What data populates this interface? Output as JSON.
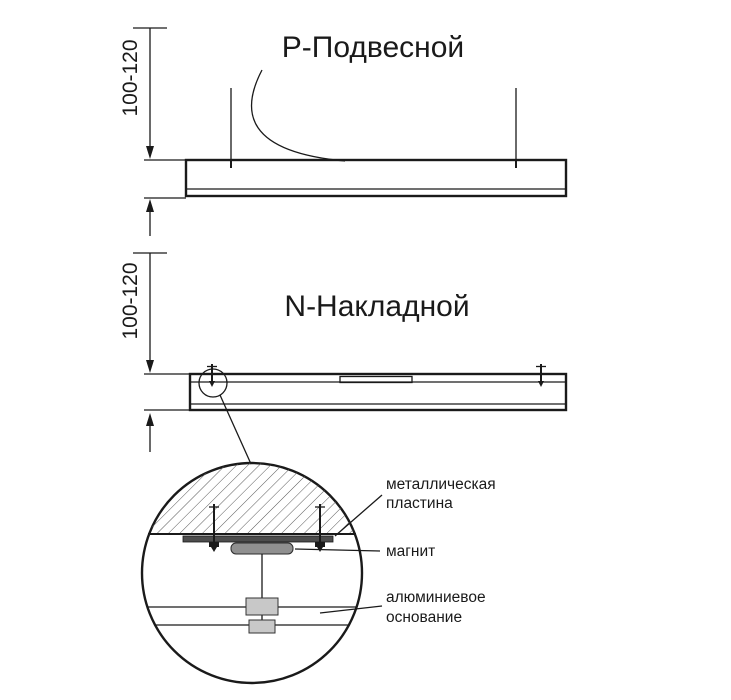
{
  "diagram": {
    "suspended": {
      "title": "Р-Подвесной",
      "dimension": "100-120"
    },
    "surface": {
      "title": "N-Накладной",
      "dimension": "100-120"
    },
    "detail": {
      "metal_plate_line1": "металлическая",
      "metal_plate_line2": "пластина",
      "magnet_label": "магнит",
      "aluminum_base_line1": "алюминиевое",
      "aluminum_base_line2": "основание"
    },
    "colors": {
      "line": "#1a1a1a",
      "plate_fill": "#4d4d4d",
      "magnet_fill": "#909090",
      "base_fill": "#c8c8c8"
    }
  }
}
